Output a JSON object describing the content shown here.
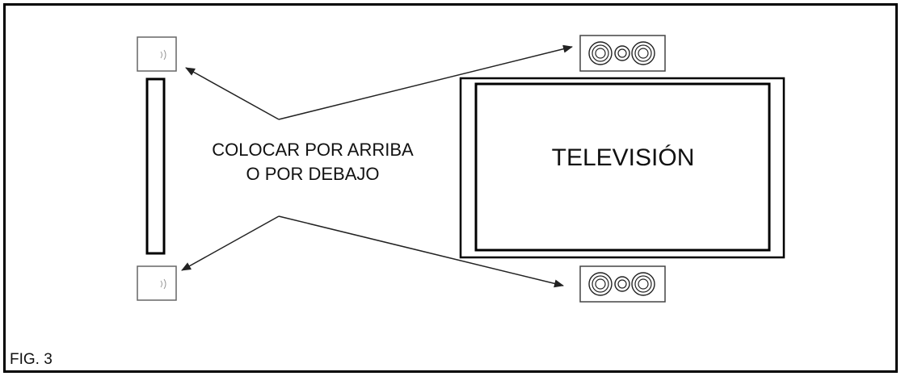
{
  "diagram": {
    "caption": "COLOCAR POR ARRIBA O POR DEBAJO",
    "caption_line1": "COLOCAR POR ARRIBA",
    "caption_line2": "O POR DEBAJO",
    "tv_label": "TELEVISIÓN",
    "figure_label": "FIG. 3",
    "icons": {
      "small_speaker": "small-speaker-icon",
      "soundbar": "tall-soundbar-icon",
      "center_speaker": "center-speaker-icon",
      "tv": "television-icon",
      "arrow": "arrow-icon"
    }
  }
}
